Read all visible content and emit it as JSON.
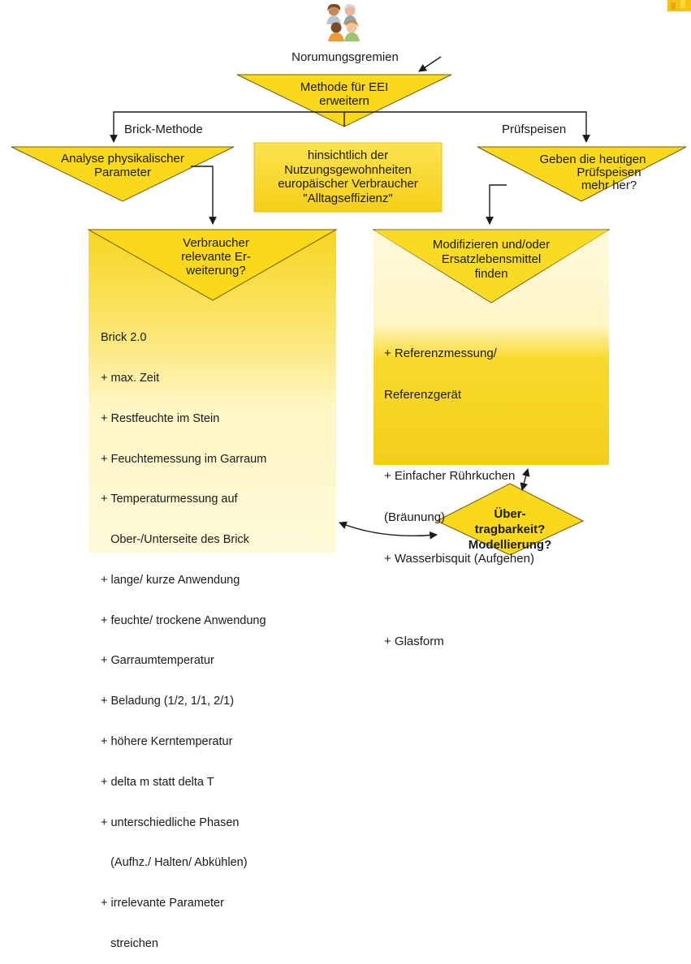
{
  "colors": {
    "yellow": "#F9D91A",
    "gold_dark": "#E4B30C",
    "box_pale": "#FFF7C9",
    "box_top": "#F7D51F",
    "stroke": "#6E5A12",
    "line": "#1A1A1A"
  },
  "icons": {
    "group": "people-group-icon",
    "corner": "corner-decoration-icon"
  },
  "top": {
    "committee_label": "Norumungsgremien",
    "method_line1": "Methode für EEI",
    "method_line2": "erweitern"
  },
  "left_branch": {
    "label": "Brick-Methode"
  },
  "right_branch": {
    "label": "Prüfspeisen"
  },
  "center_note": {
    "line1": "hinsichtlich der",
    "line2": "Nutzungsgewohnheiten",
    "line3": "europäischer Verbraucher",
    "line4": "\"Alltagseffizienz\""
  },
  "analyse": {
    "line1": "Analyse physikalischer",
    "line2": "Parameter"
  },
  "question_right": {
    "line1": "Geben die heutigen",
    "line2": "Prüfspeisen",
    "line3": "mehr her?"
  },
  "verbraucher": {
    "line1": "Verbraucher",
    "line2": "relevante Er-",
    "line3": "weiterung?"
  },
  "modifizieren": {
    "line1": "Modifizieren und/oder",
    "line2": "Ersatzlebensmittel",
    "line3": "finden"
  },
  "brick_list": [
    "Brick 2.0",
    "+ max. Zeit",
    "+ Restfeuchte im Stein",
    "+ Feuchtemessung im Garraum",
    "+ Temperaturmessung auf",
    "   Ober-/Unterseite des Brick",
    "+ lange/ kurze Anwendung",
    "+ feuchte/ trockene Anwendung",
    "+ Garraumtemperatur",
    "+ Beladung (1/2, 1/1, 2/1)",
    "+ höhere Kerntemperatur",
    "+ delta m statt delta T",
    "+ unterschiedliche Phasen",
    "   (Aufhz./ Halten/ Abkühlen)",
    "+ irrelevante Parameter",
    "   streichen"
  ],
  "food_list": {
    "ref1": "+ Referenzmessung/",
    "ref2": "Referenzgerät",
    "cake1": "+ Einfacher Rührkuchen",
    "cake2": "(Bräunung)",
    "biscuit": "+ Wasserbisquit (Aufgehen)",
    "glass": "+ Glasform"
  },
  "transfer": {
    "line1": "Über-",
    "line2": "tragbarkeit?",
    "line3": "Modellierung?"
  }
}
